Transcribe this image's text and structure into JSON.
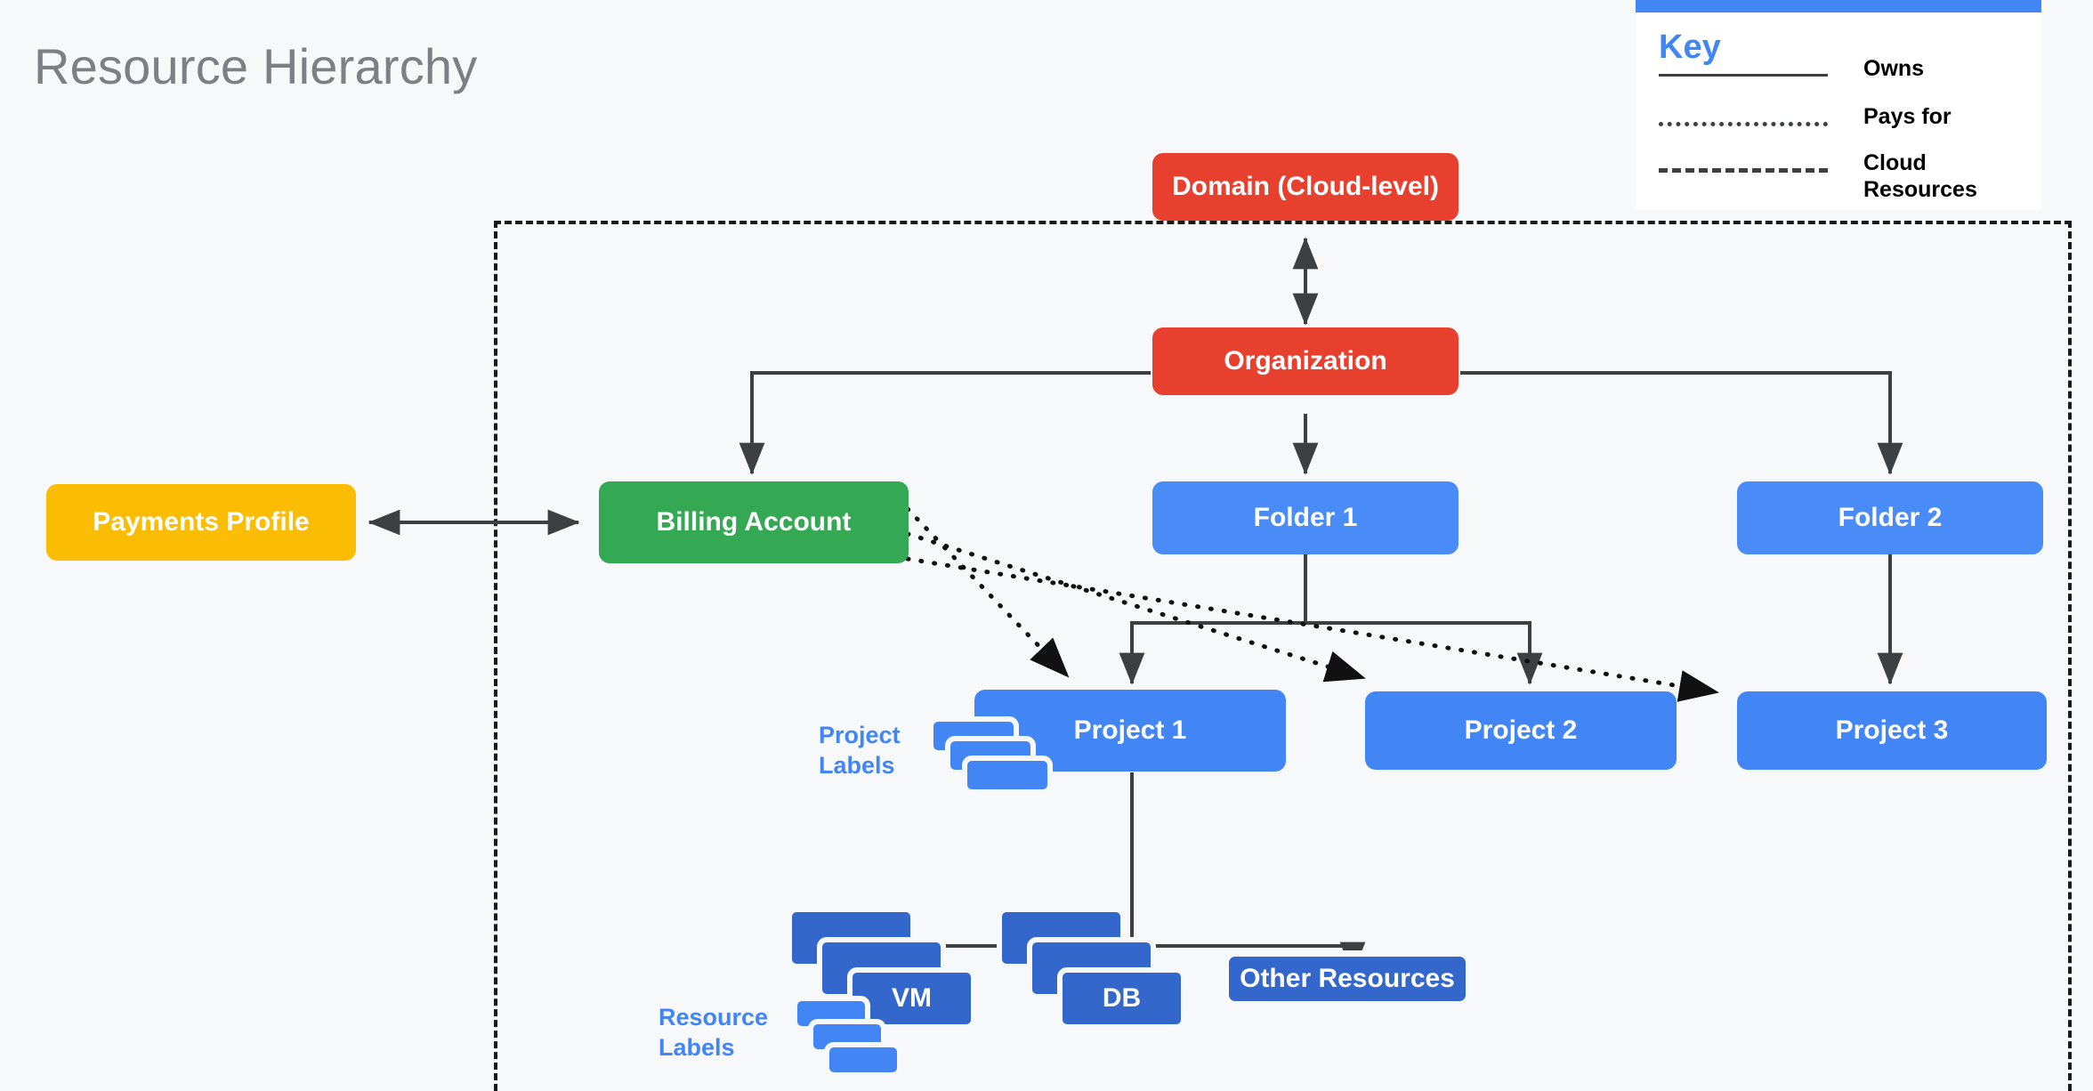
{
  "page": {
    "title": "Resource Hierarchy",
    "background_color": "#f6f8fa"
  },
  "key": {
    "title": "Key",
    "rows": [
      {
        "style": "solid",
        "label": "Owns"
      },
      {
        "style": "dotted",
        "label": "Pays for"
      },
      {
        "style": "dashed",
        "label": "Cloud\nResources"
      }
    ]
  },
  "colors": {
    "red": "#e8402f",
    "green": "#34a853",
    "yellow": "#fbbc04",
    "blue": "#4285f4",
    "folder_blue": "#4a8cf7",
    "dark_blue": "#3367cc",
    "accent": "#4285f4",
    "line": "#3c4043",
    "title_text": "#7c7f84"
  },
  "nodes": {
    "domain": "Domain (Cloud-level)",
    "organization": "Organization",
    "payments_profile": "Payments Profile",
    "billing_account": "Billing Account",
    "folder_1": "Folder 1",
    "folder_2": "Folder 2",
    "project_1": "Project 1",
    "project_2": "Project 2",
    "project_3": "Project 3",
    "vm": "VM",
    "db": "DB",
    "other_resources": "Other Resources"
  },
  "labels": {
    "project_labels": "Project\nLabels",
    "resource_labels": "Resource\nLabels"
  },
  "chart_data": {
    "type": "diagram",
    "title": "Resource Hierarchy",
    "edges": [
      {
        "from": "Organization",
        "to": "Domain (Cloud-level)",
        "relation": "owns",
        "style": "solid",
        "bidirectional": true
      },
      {
        "from": "Organization",
        "to": "Billing Account",
        "relation": "owns",
        "style": "solid"
      },
      {
        "from": "Organization",
        "to": "Folder 1",
        "relation": "owns",
        "style": "solid"
      },
      {
        "from": "Organization",
        "to": "Folder 2",
        "relation": "owns",
        "style": "solid"
      },
      {
        "from": "Payments Profile",
        "to": "Billing Account",
        "relation": "owns",
        "style": "solid",
        "bidirectional": true
      },
      {
        "from": "Folder 1",
        "to": "Project 1",
        "relation": "owns",
        "style": "solid"
      },
      {
        "from": "Folder 1",
        "to": "Project 2",
        "relation": "owns",
        "style": "solid"
      },
      {
        "from": "Folder 2",
        "to": "Project 3",
        "relation": "owns",
        "style": "solid"
      },
      {
        "from": "Project 1",
        "to": "VM",
        "relation": "owns",
        "style": "solid"
      },
      {
        "from": "Project 1",
        "to": "DB",
        "relation": "owns",
        "style": "solid"
      },
      {
        "from": "Project 1",
        "to": "Other Resources",
        "relation": "owns",
        "style": "solid"
      },
      {
        "from": "Billing Account",
        "to": "Project 1",
        "relation": "pays for",
        "style": "dotted"
      },
      {
        "from": "Billing Account",
        "to": "Project 2",
        "relation": "pays for",
        "style": "dotted"
      },
      {
        "from": "Billing Account",
        "to": "Project 3",
        "relation": "pays for",
        "style": "dotted"
      }
    ],
    "boundary": {
      "style": "dashed",
      "label": "Cloud Resources"
    }
  }
}
